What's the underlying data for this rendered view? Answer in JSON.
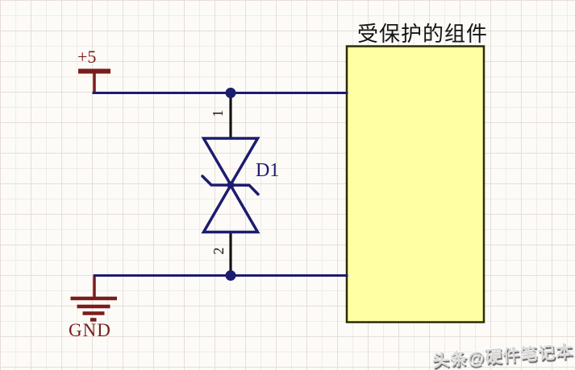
{
  "schematic": {
    "power_net_label": "+5",
    "ground_label": "GND",
    "diode": {
      "designator": "D1",
      "pin_top": "1",
      "pin_bottom": "2"
    },
    "protected_box_title": "受保护的组件"
  },
  "watermark": "头条@硬件笔记本",
  "colors": {
    "wire": "#1c1c70",
    "symbol": "#1c1c70",
    "power_symbol": "#7a1c1c",
    "pin_line": "#141414",
    "box_fill": "#ffffa3",
    "box_border": "#2b2b08",
    "background": "#fcfbf8"
  }
}
